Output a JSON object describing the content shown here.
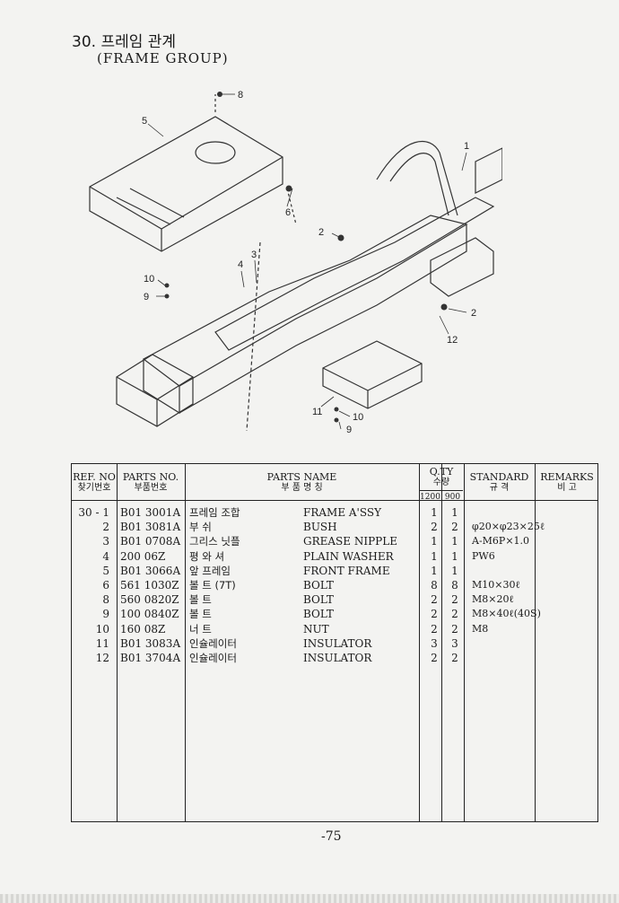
{
  "header": {
    "title_ko": "30. 프레임 관계",
    "title_en": "(FRAME GROUP)"
  },
  "diagram": {
    "callouts": [
      "8",
      "5",
      "6",
      "1",
      "2",
      "3",
      "4",
      "10",
      "9",
      "2",
      "12",
      "11",
      "10",
      "9"
    ]
  },
  "table": {
    "headers": {
      "ref_en": "REF. NO",
      "ref_ko": "찾기번호",
      "parts_en": "PARTS NO.",
      "parts_ko": "부품번호",
      "name_en": "PARTS NAME",
      "name_ko": "부 품 명 칭",
      "qty_en": "Q.TY",
      "qty_ko": "수량",
      "qty_col1": "1200",
      "qty_col2": "900",
      "std_en": "STANDARD",
      "std_ko": "규 격",
      "rem_en": "REMARKS",
      "rem_ko": "비 고"
    },
    "rows": [
      {
        "ref": "30 - 1",
        "part": "B01 3001A",
        "ko": "프레임 조합",
        "en": "FRAME A'SSY",
        "q1": "1",
        "q2": "1",
        "std": ""
      },
      {
        "ref": "2",
        "part": "B01 3081A",
        "ko": "부   쉬",
        "en": "BUSH",
        "q1": "2",
        "q2": "2",
        "std": "φ20×φ23×25ℓ"
      },
      {
        "ref": "3",
        "part": "B01 0708A",
        "ko": "그리스 닛플",
        "en": "GREASE NIPPLE",
        "q1": "1",
        "q2": "1",
        "std": "A-M6P×1.0"
      },
      {
        "ref": "4",
        "part": "200 06Z",
        "ko": "평 와 셔",
        "en": "PLAIN WASHER",
        "q1": "1",
        "q2": "1",
        "std": "PW6"
      },
      {
        "ref": "5",
        "part": "B01 3066A",
        "ko": "앞 프레임",
        "en": "FRONT FRAME",
        "q1": "1",
        "q2": "1",
        "std": ""
      },
      {
        "ref": "6",
        "part": "561 1030Z",
        "ko": "볼     트 (7T)",
        "en": "BOLT",
        "q1": "8",
        "q2": "8",
        "std": "M10×30ℓ"
      },
      {
        "ref": "8",
        "part": "560 0820Z",
        "ko": "볼     트",
        "en": "BOLT",
        "q1": "2",
        "q2": "2",
        "std": "M8×20ℓ"
      },
      {
        "ref": "9",
        "part": "100 0840Z",
        "ko": "볼     트",
        "en": "BOLT",
        "q1": "2",
        "q2": "2",
        "std": "M8×40ℓ(40S)"
      },
      {
        "ref": "10",
        "part": "160 08Z",
        "ko": "너     트",
        "en": "NUT",
        "q1": "2",
        "q2": "2",
        "std": "M8"
      },
      {
        "ref": "11",
        "part": "B01 3083A",
        "ko": "인슐레이터",
        "en": "INSULATOR",
        "q1": "3",
        "q2": "3",
        "std": ""
      },
      {
        "ref": "12",
        "part": "B01 3704A",
        "ko": "인슐레이터",
        "en": "INSULATOR",
        "q1": "2",
        "q2": "2",
        "std": ""
      }
    ]
  },
  "footer": {
    "page_number": "-75"
  }
}
